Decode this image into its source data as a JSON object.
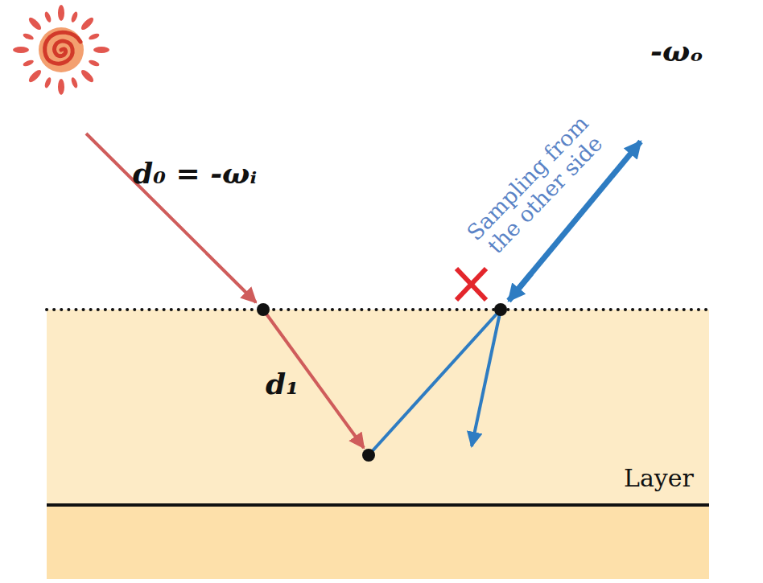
{
  "diagram": {
    "labels": [
      "d₀ = -ωᵢ",
      "d₁",
      "-ωₒ",
      "Sampling from the other side",
      "Layer"
    ]
  }
}
